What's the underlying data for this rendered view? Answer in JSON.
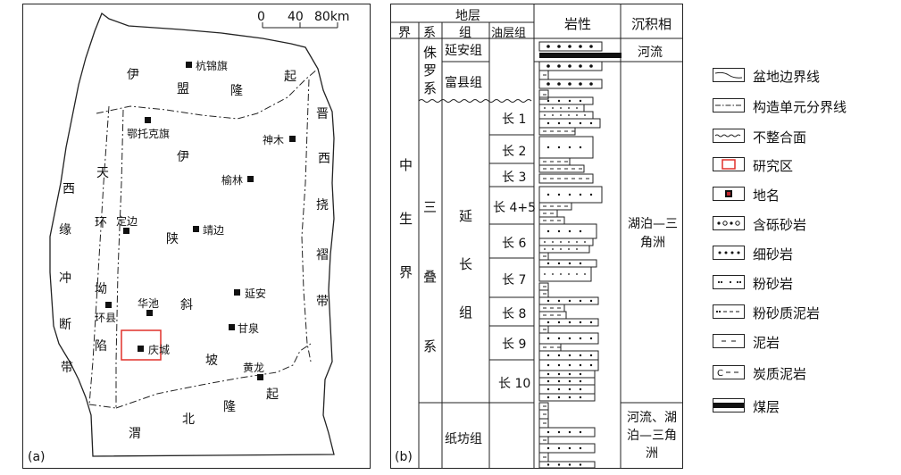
{
  "map": {
    "panel_label": "(a)",
    "scale": {
      "ticks": [
        "0",
        "40",
        "80km"
      ]
    },
    "units": [
      "伊",
      "盟",
      "隆",
      "起",
      "伊",
      "陕",
      "斜",
      "坡",
      "晋",
      "西",
      "挠",
      "褶",
      "带",
      "西",
      "缘",
      "冲",
      "断",
      "带",
      "天",
      "环",
      "坳",
      "陷",
      "渭",
      "北",
      "隆",
      "起"
    ],
    "places": [
      {
        "name": "杭锦旗"
      },
      {
        "name": "鄂托克旗"
      },
      {
        "name": "神木"
      },
      {
        "name": "榆林"
      },
      {
        "name": "定边"
      },
      {
        "name": "靖边"
      },
      {
        "name": "延安"
      },
      {
        "name": "华池"
      },
      {
        "name": "环县"
      },
      {
        "name": "庆城"
      },
      {
        "name": "甘泉"
      },
      {
        "name": "黄龙"
      }
    ],
    "study_area_color": "#e0312a"
  },
  "column": {
    "panel_label": "(b)",
    "headers": {
      "stratum": "地层",
      "jie": "界",
      "xi": "系",
      "zu": "组",
      "youceng": "油层组",
      "lithology": "岩性",
      "facies": "沉积相"
    },
    "jie": "中生界",
    "jurassic": "侏罗系",
    "triassic": "三叠系",
    "yanan": "延安组",
    "fuxian": "富县组",
    "yanchang": "延长组",
    "zhifang": "纸坊组",
    "members": [
      "长 1",
      "长 2",
      "长 3",
      "长 4+5",
      "长 6",
      "长 7",
      "长 8",
      "长 9",
      "长 10"
    ],
    "facies": [
      "河流",
      "湖泊—三角洲",
      "河流、湖泊—三角洲"
    ]
  },
  "legend": [
    {
      "label": "盆地边界线",
      "icon": "basin-boundary-icon"
    },
    {
      "label": "构造单元分界线",
      "icon": "tectonic-boundary-icon"
    },
    {
      "label": "不整合面",
      "icon": "unconformity-icon"
    },
    {
      "label": "研究区",
      "icon": "study-area-icon"
    },
    {
      "label": "地名",
      "icon": "place-name-icon"
    },
    {
      "label": "含砾砂岩",
      "icon": "pebbly-sandstone-icon"
    },
    {
      "label": "细砂岩",
      "icon": "fine-sandstone-icon"
    },
    {
      "label": "粉砂岩",
      "icon": "siltstone-icon"
    },
    {
      "label": "粉砂质泥岩",
      "icon": "silty-mudstone-icon"
    },
    {
      "label": "泥岩",
      "icon": "mudstone-icon"
    },
    {
      "label": "炭质泥岩",
      "icon": "carbonaceous-mudstone-icon"
    },
    {
      "label": "煤层",
      "icon": "coal-seam-icon"
    }
  ]
}
